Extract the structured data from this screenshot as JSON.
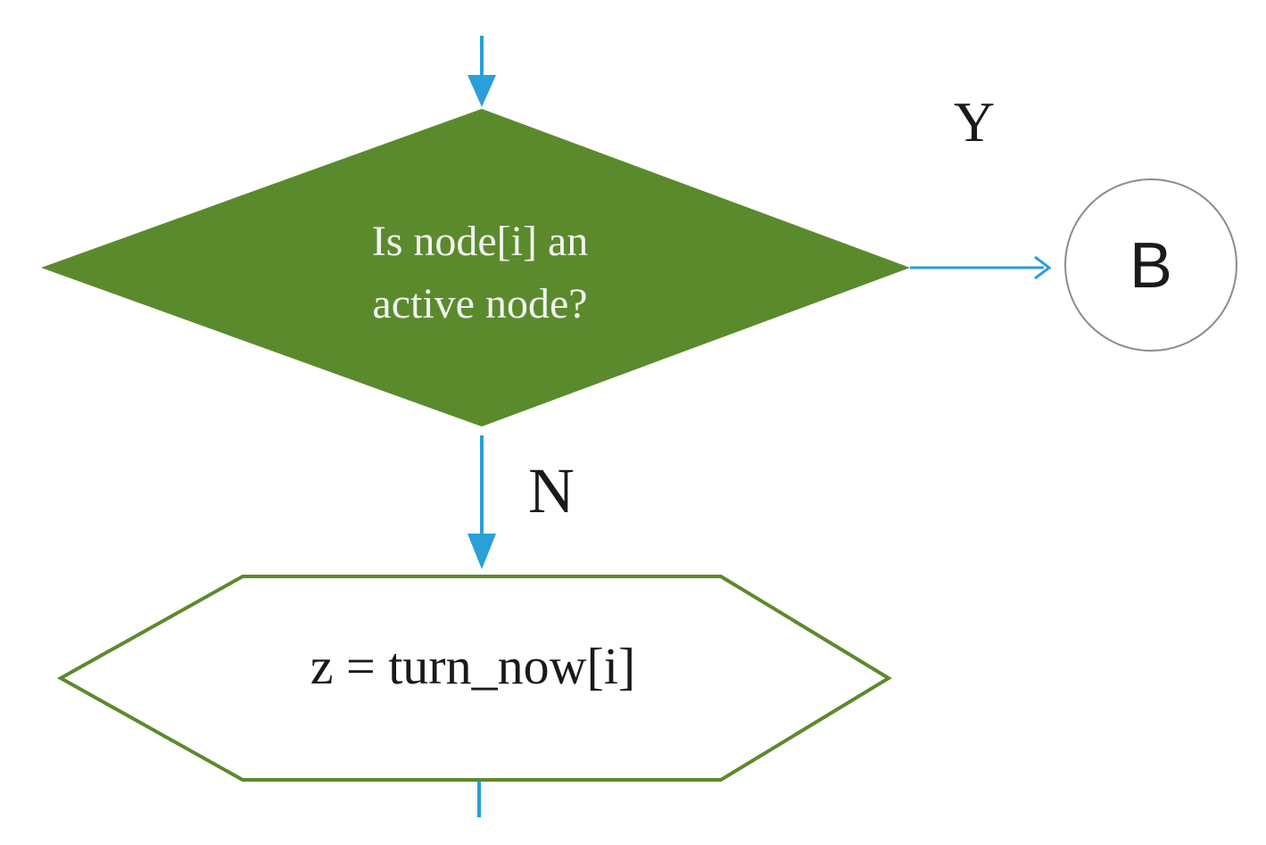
{
  "diagram": {
    "decision": {
      "line1": "Is node[i] an",
      "line2": "active node?"
    },
    "yes_label": "Y",
    "no_label": "N",
    "connector": {
      "label": "B"
    },
    "process": {
      "label": "z = turn_now[i]"
    },
    "colors": {
      "decision_fill": "#5B8A2D",
      "process_border": "#5B8A2D",
      "arrow": "#2A9FD8",
      "connector_border": "#8C8C8C",
      "text_dark": "#1A1A1A",
      "text_light": "#F2F2F2"
    }
  }
}
